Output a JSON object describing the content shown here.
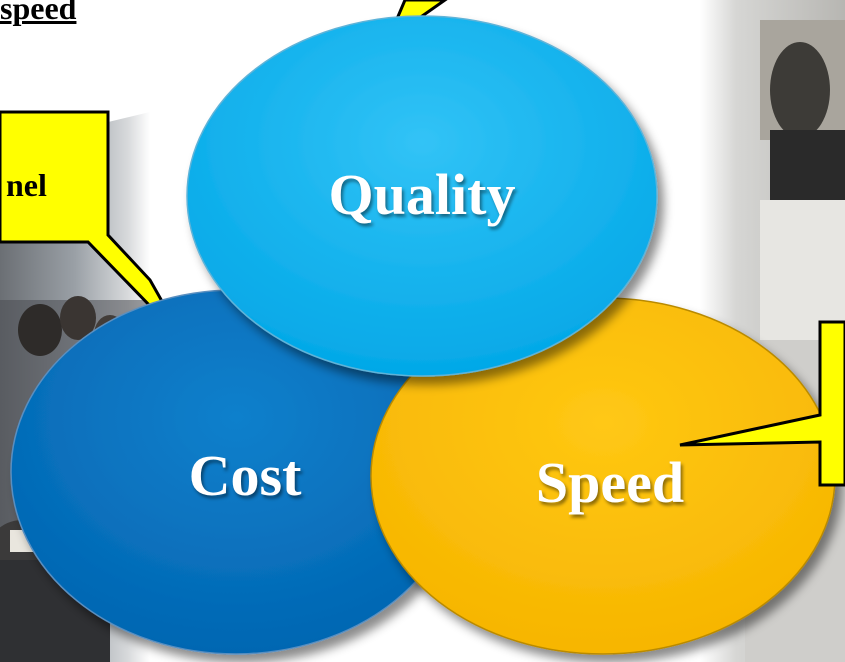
{
  "slide": {
    "title_fragment": "speed",
    "callout_left_text": "nel"
  },
  "diagram": {
    "quality_label": "Quality",
    "cost_label": "Cost",
    "speed_label": "Speed"
  },
  "colors": {
    "quality": "#00AEEF",
    "cost": "#0070C0",
    "speed": "#FFC000",
    "callout_fill": "#FFFF00"
  }
}
